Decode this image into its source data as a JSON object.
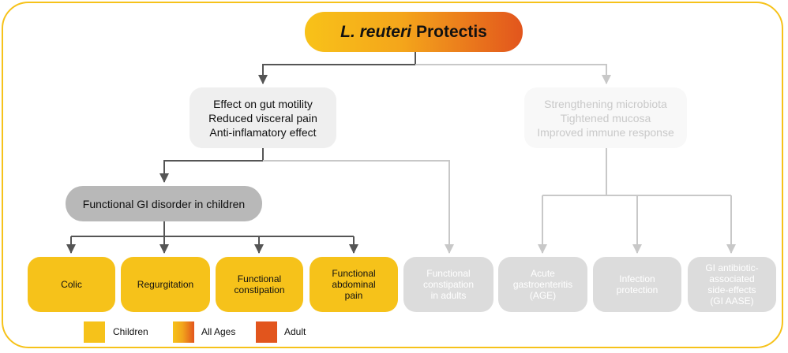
{
  "title": {
    "italic": "L. reuteri",
    "rest": "Protectis"
  },
  "mechanism_left": [
    "Effect on gut motility",
    "Reduced visceral pain",
    "Anti-inflamatory effect"
  ],
  "mechanism_right": [
    "Strengthening microbiota",
    "Tightened mucosa",
    "Improved immune response"
  ],
  "fgid_label": "Functional GI disorder in children",
  "leaves": [
    {
      "lines": [
        "Colic"
      ]
    },
    {
      "lines": [
        "Regurgitation"
      ]
    },
    {
      "lines": [
        "Functional",
        "constipation"
      ]
    },
    {
      "lines": [
        "Functional",
        "abdominal",
        "pain"
      ]
    },
    {
      "lines": [
        "Functional",
        "constipation",
        "in adults"
      ]
    },
    {
      "lines": [
        "Acute",
        "gastroenteritis",
        "(AGE)"
      ]
    },
    {
      "lines": [
        "Infection",
        "protection"
      ]
    },
    {
      "lines": [
        "GI antibiotic-",
        "associated",
        "side-effects",
        "(GI AASE)"
      ]
    }
  ],
  "legend": [
    {
      "label": "Children",
      "color": "#f6c21a"
    },
    {
      "label": "All Ages",
      "color": "gradient #f6c21a to #e2551d"
    },
    {
      "label": "Adult",
      "color": "#e2551d"
    }
  ],
  "colors": {
    "frame": "#f6c21a",
    "dark_arrow": "#555555",
    "light_arrow": "#c8c8c8",
    "children": "#f6c21a",
    "adult": "#e2551d",
    "inactive_box": "#dcdcdc"
  }
}
